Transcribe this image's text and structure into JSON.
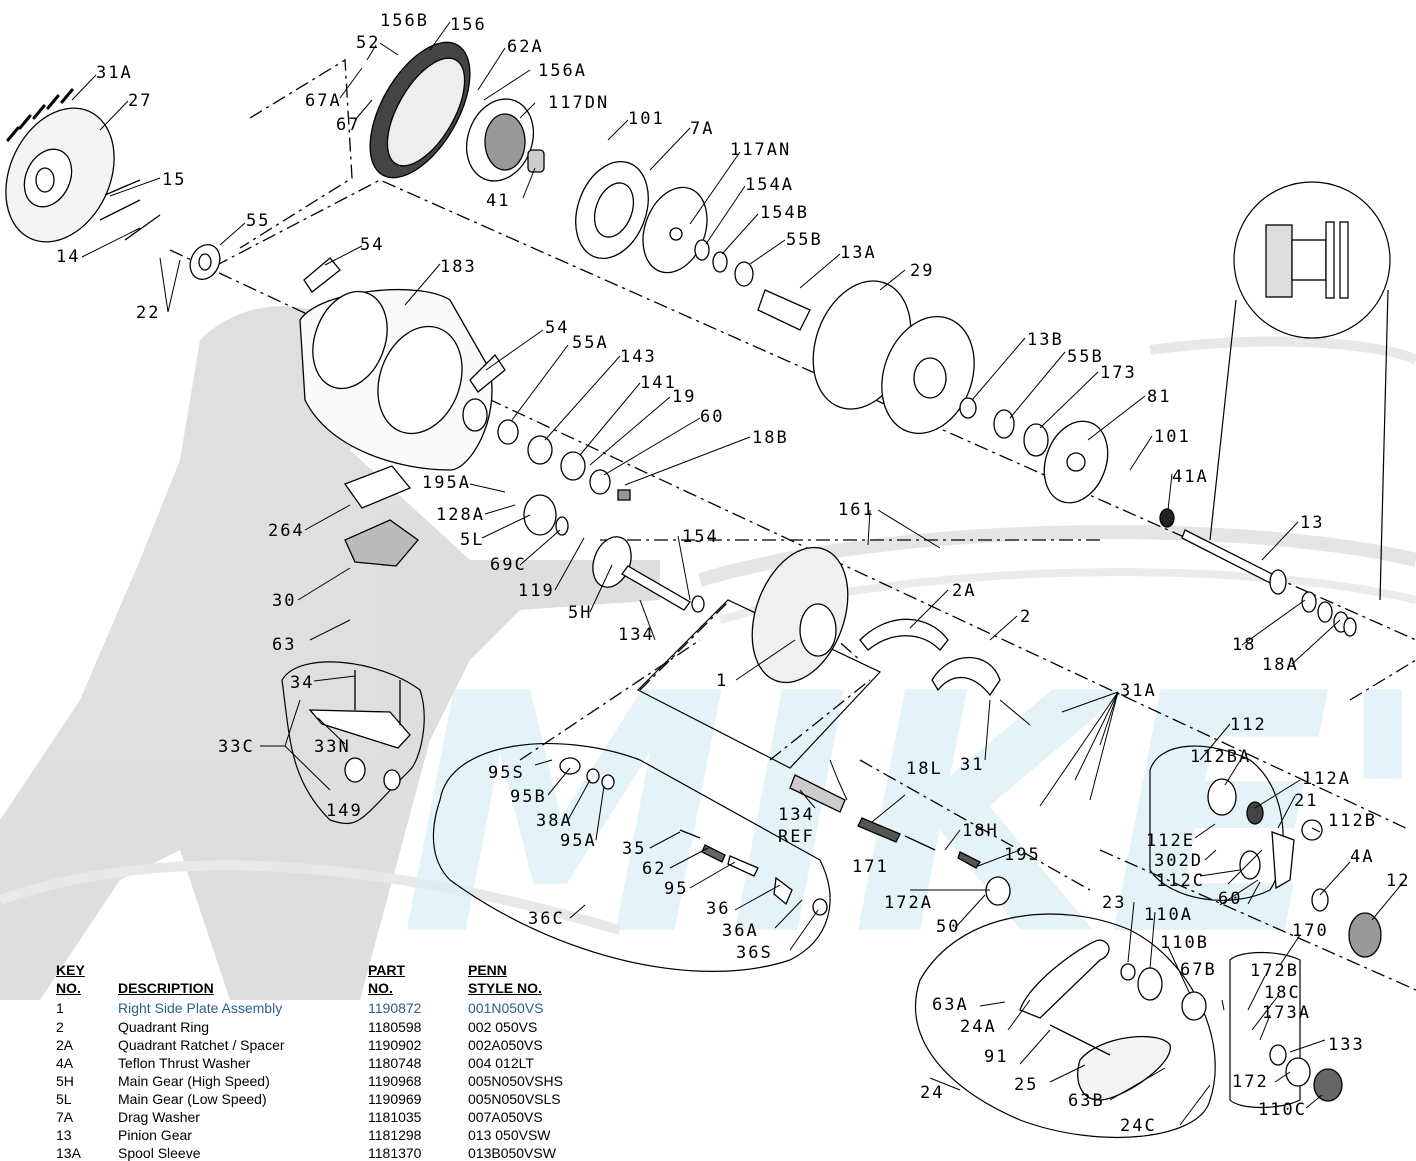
{
  "watermark": "MIKE'S",
  "table": {
    "headers": {
      "key_line1": "KEY",
      "key_line2": "NO.",
      "description": "DESCRIPTION",
      "part_line1": "PART",
      "part_line2": "NO.",
      "style_line1": "PENN",
      "style_line2": "STYLE NO."
    },
    "rows": [
      {
        "key": "1",
        "description": "Right Side Plate Assembly",
        "part": "1190872",
        "style": "001N050VS"
      },
      {
        "key": "2",
        "description": "Quadrant Ring",
        "part": "1180598",
        "style": "002 050VS"
      },
      {
        "key": "2A",
        "description": "Quadrant Ratchet / Spacer",
        "part": "1190902",
        "style": "002A050VS"
      },
      {
        "key": "4A",
        "description": "Teflon Thrust Washer",
        "part": "1180748",
        "style": "004 012LT"
      },
      {
        "key": "5H",
        "description": "Main Gear (High Speed)",
        "part": "1190968",
        "style": "005N050VSHS"
      },
      {
        "key": "5L",
        "description": "Main Gear (Low Speed)",
        "part": "1190969",
        "style": "005N050VSLS"
      },
      {
        "key": "7A",
        "description": "Drag Washer",
        "part": "1181035",
        "style": "007A050VS"
      },
      {
        "key": "13",
        "description": "Pinion Gear",
        "part": "1181298",
        "style": "013 050VSW"
      },
      {
        "key": "13A",
        "description": "Spool Sleeve",
        "part": "1181370",
        "style": "013B050VSW"
      }
    ]
  },
  "labels": {
    "l156B": "156B",
    "l156": "156",
    "l52": "52",
    "l62A": "62A",
    "l156A": "156A",
    "l67A": "67A",
    "l67": "67",
    "l117DN": "117DN",
    "l31A_top": "31A",
    "l27": "27",
    "l101_top": "101",
    "l7A": "7A",
    "l117AN": "117AN",
    "l15": "15",
    "l41": "41",
    "l154A": "154A",
    "l154B": "154B",
    "l55": "55",
    "l14": "14",
    "l55B_top": "55B",
    "l13A": "13A",
    "l54_top": "54",
    "l22": "22",
    "l183": "183",
    "l29": "29",
    "l54_mid": "54",
    "l55A": "55A",
    "l143": "143",
    "l141": "141",
    "l19": "19",
    "l13B": "13B",
    "l55B_mid": "55B",
    "l173": "173",
    "l81": "81",
    "l60_top": "60",
    "l18B": "18B",
    "l101_mid": "101",
    "l195A": "195A",
    "l41A": "41A",
    "l128A": "128A",
    "l264": "264",
    "l5L": "5L",
    "l161": "161",
    "l154": "154",
    "l13": "13",
    "l69C": "69C",
    "l30": "30",
    "l119": "119",
    "l5H": "5H",
    "l2A": "2A",
    "l2": "2",
    "l18": "18",
    "l63": "63",
    "l134": "134",
    "l18A": "18A",
    "l34": "34",
    "l1": "1",
    "l31A_mid": "31A",
    "l33C": "33C",
    "l33N": "33N",
    "l112": "112",
    "l112BA": "112BA",
    "l112A": "112A",
    "l95S": "95S",
    "l95B": "95B",
    "l31": "31",
    "l18L": "18L",
    "l21": "21",
    "l112B": "112B",
    "l149": "149",
    "l38A": "38A",
    "l134REF1": "134",
    "l134REF2": "REF",
    "l18H": "18H",
    "l112E": "112E",
    "l95A": "95A",
    "l35": "35",
    "l302D": "302D",
    "l4A": "4A",
    "l62": "62",
    "l171": "171",
    "l195": "195",
    "l112C": "112C",
    "l95": "95",
    "l60_right": "60",
    "l12": "12",
    "l172A": "172A",
    "l23": "23",
    "l110A": "110A",
    "l36": "36",
    "l36C": "36C",
    "l36A": "36A",
    "l170": "170",
    "l110B": "110B",
    "l50": "50",
    "l36S": "36S",
    "l67B": "67B",
    "l172B": "172B",
    "l18C": "18C",
    "l63A": "63A",
    "l173A": "173A",
    "l24A": "24A",
    "l133": "133",
    "l91": "91",
    "l25": "25",
    "l172": "172",
    "l24": "24",
    "l63B": "63B",
    "l110C": "110C",
    "l24C": "24C"
  }
}
